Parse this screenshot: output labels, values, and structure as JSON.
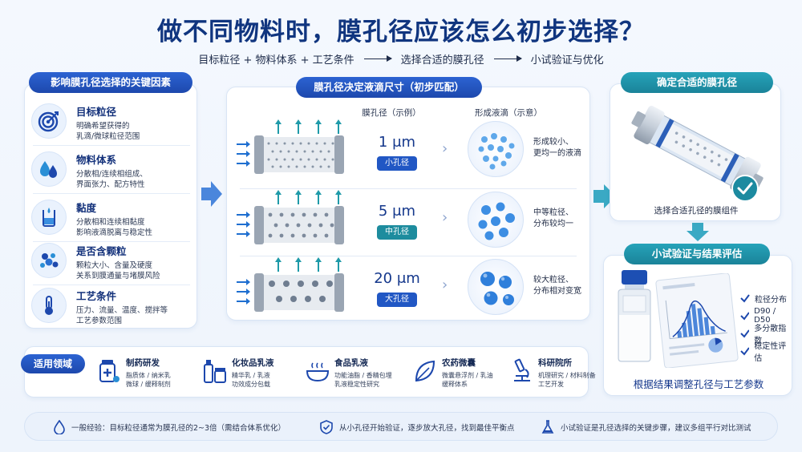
{
  "header": {
    "title": "做不同物料时，膜孔径应该怎么初步选择？",
    "flow": [
      "目标粒径 + 物料体系 + 工艺条件",
      "选择合适的膜孔径",
      "小试验证与优化"
    ]
  },
  "factors": {
    "title": "影响膜孔径选择的关键因素",
    "items": [
      {
        "name": "目标粒径",
        "desc1": "明确希望获得的",
        "desc2": "乳滴/微球粒径范围",
        "icon": "target-icon"
      },
      {
        "name": "物料体系",
        "desc1": "分散相/连续相组成、",
        "desc2": "界面张力、配方特性",
        "icon": "droplets-icon"
      },
      {
        "name": "黏度",
        "desc1": "分散相和连续相黏度",
        "desc2": "影响液滴脱离与稳定性",
        "icon": "beaker-icon"
      },
      {
        "name": "是否含颗粒",
        "desc1": "颗粒大小、含量及硬度",
        "desc2": "关系到膜通量与堵膜风险",
        "icon": "particles-icon"
      },
      {
        "name": "工艺条件",
        "desc1": "压力、流量、温度、搅拌等",
        "desc2": "工艺参数范围",
        "icon": "thermometer-icon"
      }
    ]
  },
  "center": {
    "title": "膜孔径决定液滴尺寸（初步匹配）",
    "col_pore": "膜孔径（示例）",
    "col_drop": "形成液滴（示意）",
    "rows": [
      {
        "size": "1 μm",
        "badge": "小孔径",
        "desc1": "形成较小、",
        "desc2": "更均一的液滴",
        "color": "#2157c4"
      },
      {
        "size": "5 μm",
        "badge": "中孔径",
        "desc1": "中等粒径、",
        "desc2": "分布较均一",
        "color": "#1d8c9e"
      },
      {
        "size": "20 μm",
        "badge": "大孔径",
        "desc1": "较大粒径、",
        "desc2": "分布相对变宽",
        "color": "#2157c4"
      }
    ]
  },
  "confirm": {
    "title": "确定合适的膜孔径",
    "caption": "选择合适孔径的膜组件"
  },
  "validate": {
    "title": "小试验证与结果评估",
    "checks": [
      "粒径分布",
      "D90 / D50",
      "多分散指数",
      "稳定性评估"
    ],
    "footer": "根据结果调整孔径与工艺参数"
  },
  "domains": {
    "title": "适用领域",
    "items": [
      {
        "name": "制药研发",
        "desc1": "脂质体 / 纳米乳",
        "desc2": "微球 / 缓释制剂",
        "icon": "medicine-icon"
      },
      {
        "name": "化妆品乳液",
        "desc1": "精华乳 / 乳液",
        "desc2": "功效成分包载",
        "icon": "cosmetics-icon"
      },
      {
        "name": "食品乳液",
        "desc1": "功能油脂 / 香精包埋",
        "desc2": "乳液稳定性研究",
        "icon": "bowl-icon"
      },
      {
        "name": "农药微囊",
        "desc1": "微囊悬浮剂 / 乳油",
        "desc2": "缓释体系",
        "icon": "leaf-icon"
      },
      {
        "name": "科研院所",
        "desc1": "机理研究 / 材料制备",
        "desc2": "工艺开发",
        "icon": "microscope-icon"
      }
    ]
  },
  "tips": [
    {
      "text": "一般经验：目标粒径通常为膜孔径的2~3倍（需结合体系优化）",
      "icon": "drop-icon"
    },
    {
      "text": "从小孔径开始验证，逐步放大孔径，找到最佳平衡点",
      "icon": "shield-check-icon"
    },
    {
      "text": "小试验证是孔径选择的关键步骤，建议多组平行对比测试",
      "icon": "flask-icon"
    }
  ],
  "colors": {
    "primary": "#1d48ad",
    "teal": "#1a8399",
    "title": "#10357f"
  }
}
